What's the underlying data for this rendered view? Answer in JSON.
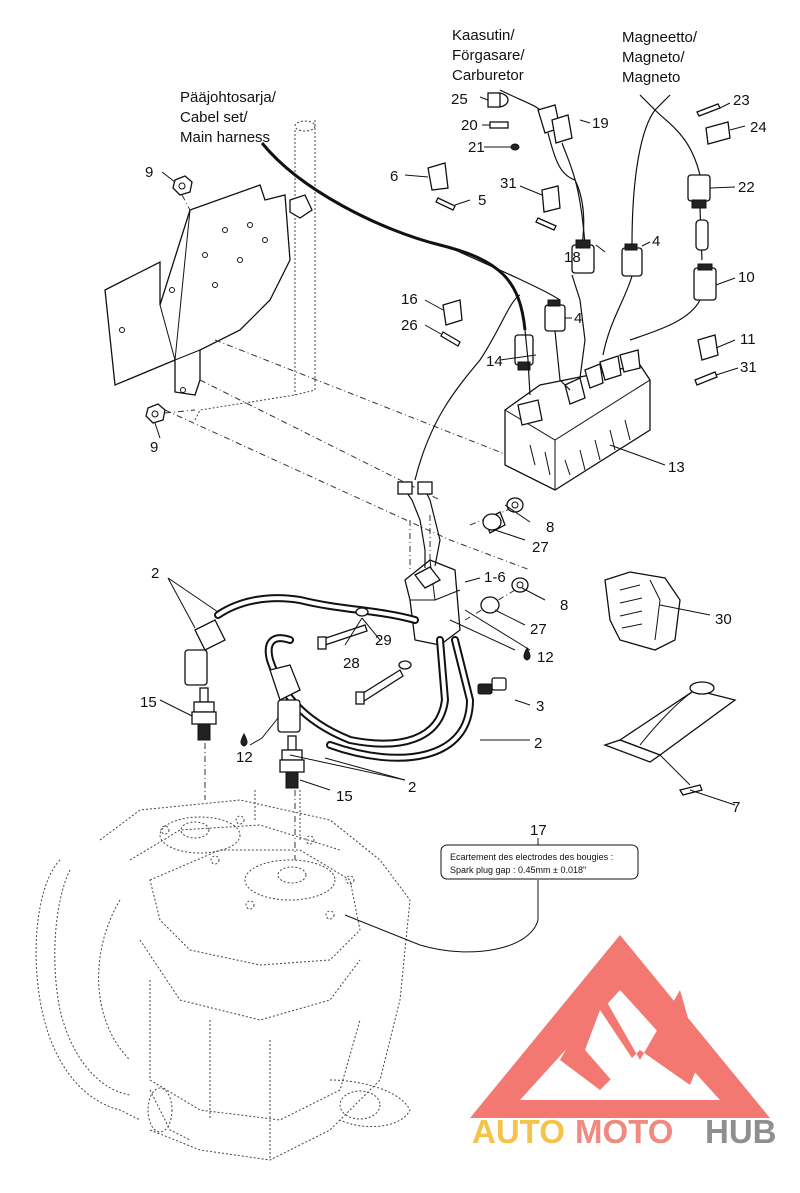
{
  "headers": {
    "carburetor": [
      "Kaasutin/",
      "Förgasare/",
      "Carburetor"
    ],
    "magneto": [
      "Magneetto/",
      "Magneto/",
      "Magneto"
    ],
    "harness": [
      "Pääjohtosarja/",
      "Cabel set/",
      "Main harness"
    ]
  },
  "callouts": {
    "c1_6": "1-6",
    "c2a": "2",
    "c2b": "2",
    "c2c": "2",
    "c3": "3",
    "c4a": "4",
    "c4b": "4",
    "c5": "5",
    "c6": "6",
    "c7": "7",
    "c8a": "8",
    "c8b": "8",
    "c9a": "9",
    "c9b": "9",
    "c10": "10",
    "c11": "11",
    "c12a": "12",
    "c12b": "12",
    "c13": "13",
    "c14": "14",
    "c15a": "15",
    "c15b": "15",
    "c16": "16",
    "c17": "17",
    "c18": "18",
    "c19": "19",
    "c20": "20",
    "c21": "21",
    "c22": "22",
    "c23": "23",
    "c24": "24",
    "c25": "25",
    "c26": "26",
    "c27a": "27",
    "c27b": "27",
    "c28": "28",
    "c29": "29",
    "c30": "30",
    "c31a": "31",
    "c31b": "31"
  },
  "decal": {
    "line1": "Ecartement des electrodes des bougies :",
    "line2": "Spark plug gap :     0.45mm  ±  0.018\""
  },
  "watermark": {
    "part1": "AUTO",
    "part2": "MOTO",
    "part3": "HUB",
    "colors": {
      "auto": "#f5c24a",
      "moto": "#f08a80",
      "hub": "#8f8f8f",
      "logo": "#f26a62"
    }
  }
}
